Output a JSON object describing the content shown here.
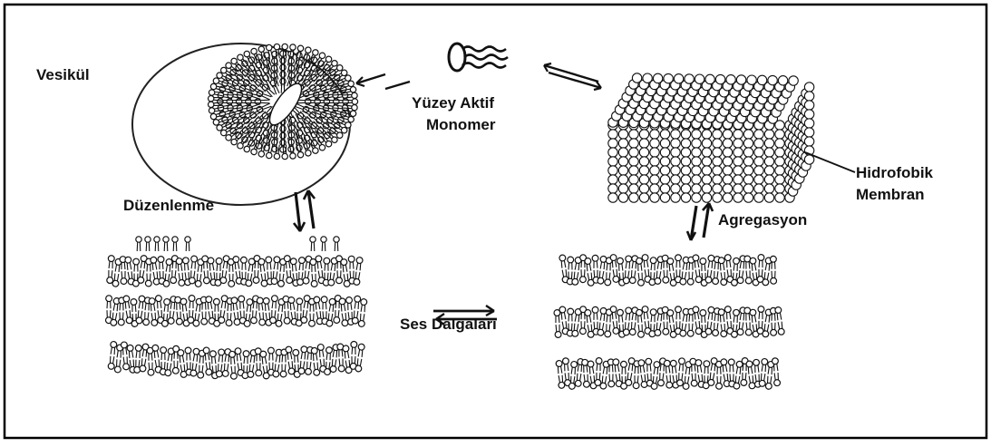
{
  "labels": {
    "vesicle": "Vesikül",
    "surfactant_line1": "Yüzey Aktif",
    "surfactant_line2": "Monomer",
    "hydrophobic_line1": "Hidrofobik",
    "hydrophobic_line2": "Membran",
    "ordering": "Düzenlenme",
    "aggregation": "Agregasyon",
    "sound_waves": "Ses Dalgaları"
  },
  "colors": {
    "ink": "#111111",
    "background": "#ffffff",
    "frame": "#000000"
  }
}
